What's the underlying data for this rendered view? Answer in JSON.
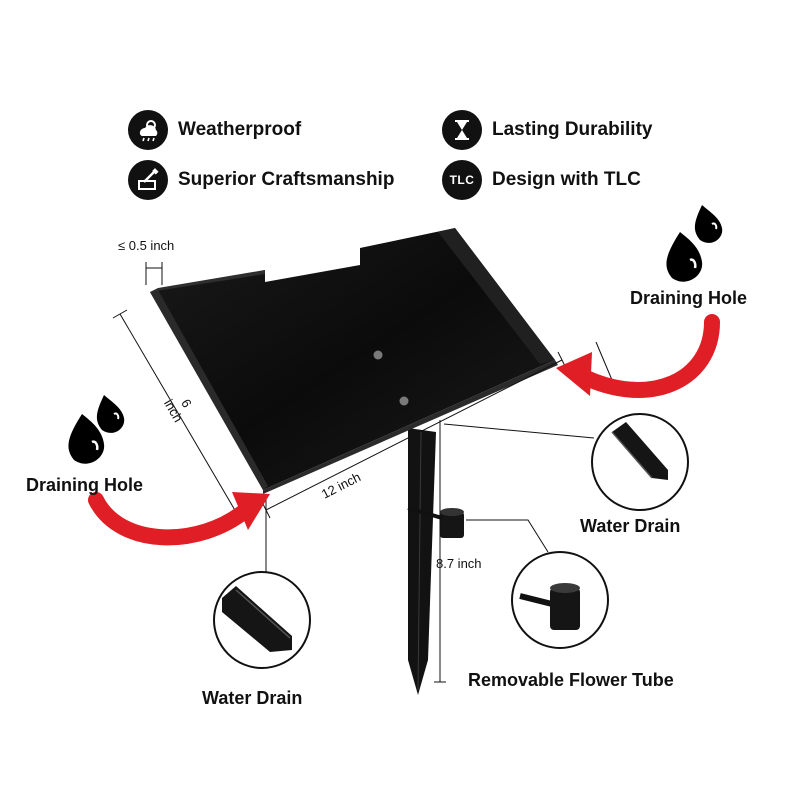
{
  "features": [
    {
      "label": "Weatherproof",
      "icon": "cloud-rain-icon"
    },
    {
      "label": "Lasting Durability",
      "icon": "hourglass-icon"
    },
    {
      "label": "Superior Craftsmanship",
      "icon": "craftsmanship-icon"
    },
    {
      "label": "Design with TLC",
      "icon": "tlc-badge-icon",
      "badge_text": "TLC"
    }
  ],
  "callouts": {
    "draining_hole_right": "Draining Hole",
    "draining_hole_left": "Draining Hole",
    "water_drain_right": "Water Drain",
    "water_drain_bottom": "Water Drain",
    "removable_flower_tube": "Removable Flower Tube"
  },
  "dimensions": {
    "lip": "≤ 0.5 inch",
    "depth_value": "6",
    "depth_unit": "inch",
    "width": "12 inch",
    "stake_height": "8.7 inch"
  },
  "colors": {
    "arrow": "#e01e25",
    "tray": "#0d0d0d",
    "icon_bg": "#111111"
  }
}
